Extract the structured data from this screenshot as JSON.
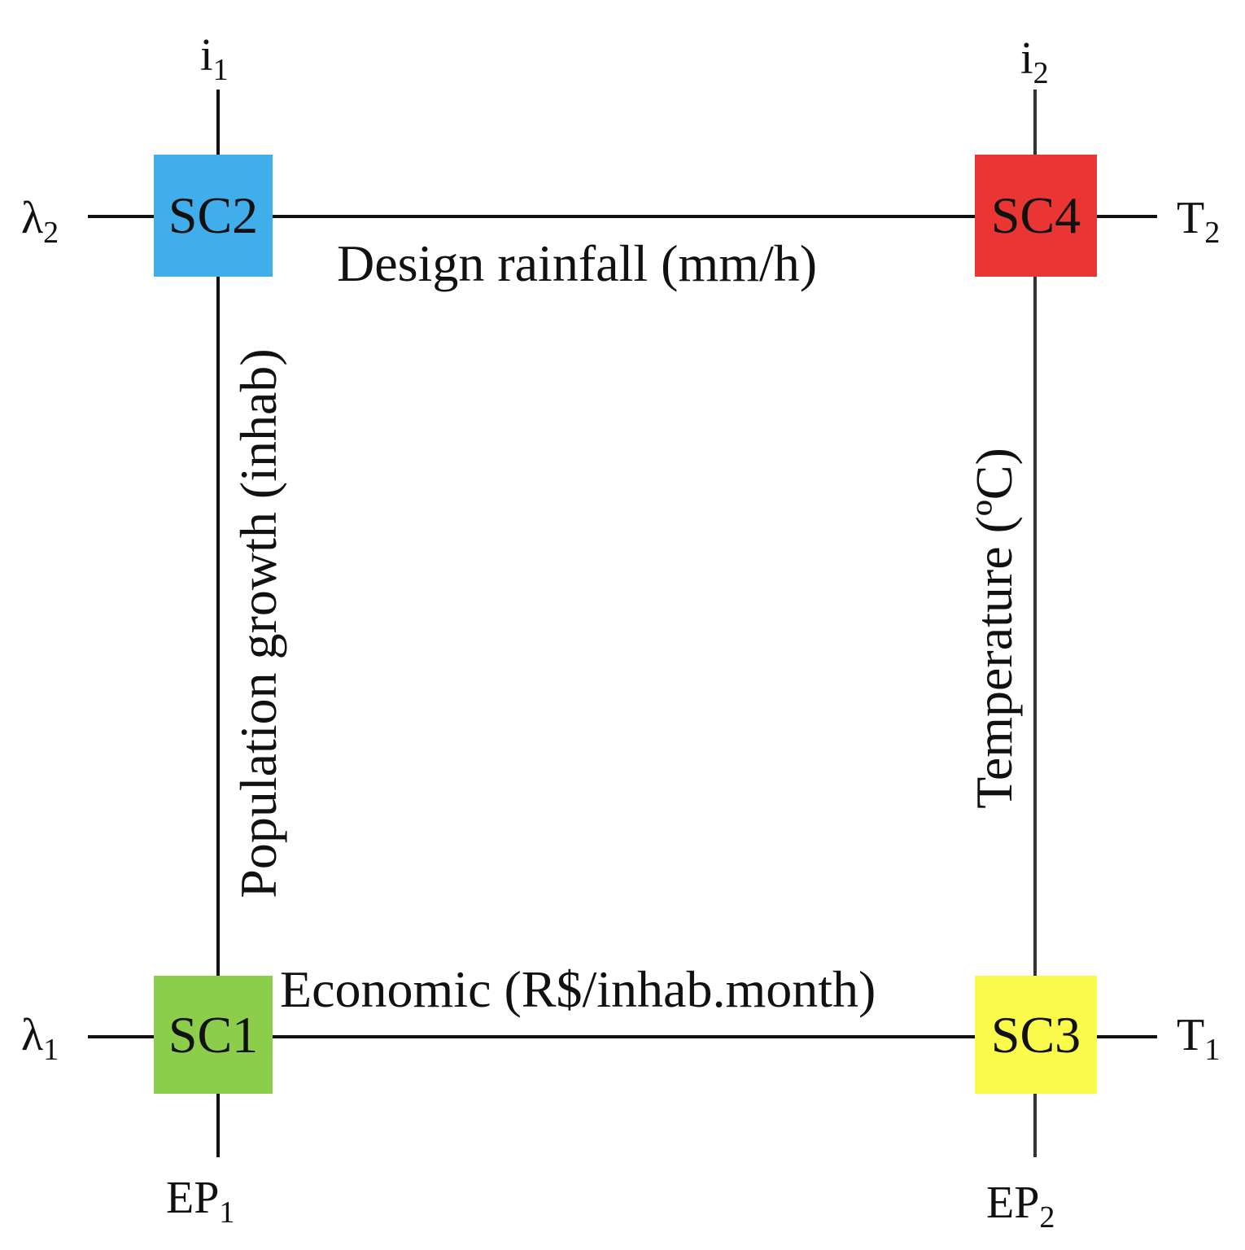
{
  "scenarios": {
    "sc1": {
      "label": "SC1",
      "color": "#8ccd4c"
    },
    "sc2": {
      "label": "SC2",
      "color": "#40aeea"
    },
    "sc3": {
      "label": "SC3",
      "color": "#fbfb4b"
    },
    "sc4": {
      "label": "SC4",
      "color": "#e93632"
    }
  },
  "axes": {
    "top": "Design rainfall (mm/h)",
    "bottom": "Economic (R$/inhab.month)",
    "left": "Population growth (inhab)",
    "right": "Temperature (ºC)"
  },
  "terminals": {
    "i1": {
      "base": "i",
      "sub": "1"
    },
    "i2": {
      "base": "i",
      "sub": "2"
    },
    "lambda1": {
      "base": "λ",
      "sub": "1"
    },
    "lambda2": {
      "base": "λ",
      "sub": "2"
    },
    "t1": {
      "base": "T",
      "sub": "1"
    },
    "t2": {
      "base": "T",
      "sub": "2"
    },
    "ep1": {
      "base": "EP",
      "sub": "1"
    },
    "ep2": {
      "base": "EP",
      "sub": "2"
    }
  }
}
